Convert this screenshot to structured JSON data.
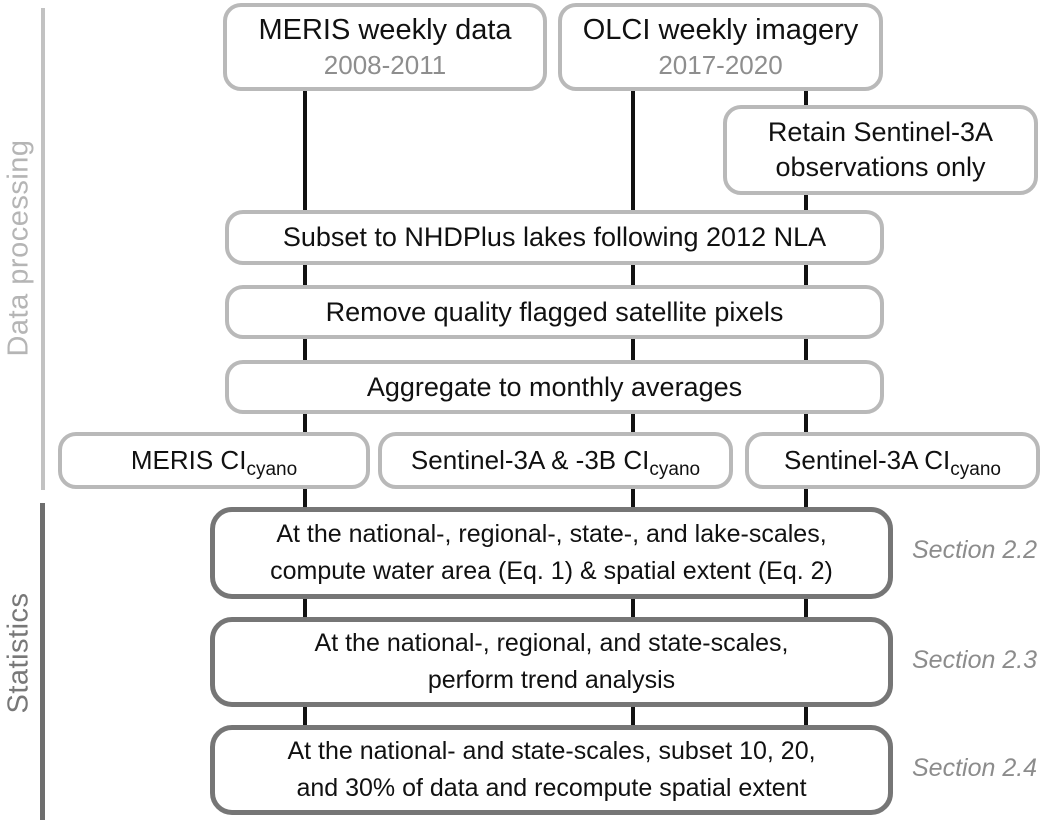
{
  "palette": {
    "connector_line": "#111111",
    "processing_border": "#b9b9b9",
    "statistics_border": "#767676",
    "processing_lane_line": "#c2c2c2",
    "statistics_lane_line": "#6e6e6e",
    "processing_lane_text": "#b5b5b5",
    "statistics_lane_text": "#787878",
    "muted_text": "#8e8e8e",
    "section_text": "#8c8c8c",
    "main_text": "#111111"
  },
  "lanes": {
    "processing": {
      "label": "Data processing"
    },
    "statistics": {
      "label": "Statistics"
    }
  },
  "sources": [
    {
      "title": "MERIS weekly data",
      "period": "2008-2011"
    },
    {
      "title": "OLCI weekly imagery",
      "period": "2017-2020"
    }
  ],
  "retain_note": {
    "line1": "Retain Sentinel-3A",
    "line2": "observations only"
  },
  "processing_steps": [
    {
      "label": "Subset to NHDPlus lakes following 2012 NLA"
    },
    {
      "label": "Remove quality flagged satellite pixels"
    },
    {
      "label": "Aggregate to monthly averages"
    }
  ],
  "products": [
    {
      "label": "MERIS CI",
      "sub": "cyano"
    },
    {
      "label": "Sentinel-3A & -3B CI",
      "sub": "cyano"
    },
    {
      "label": "Sentinel-3A CI",
      "sub": "cyano"
    }
  ],
  "statistics_steps": [
    {
      "line1": "At the national-, regional-, state-, and lake-scales,",
      "line2": "compute water area (Eq. 1) & spatial extent (Eq. 2)",
      "section": "Section 2.2"
    },
    {
      "line1": "At the national-, regional, and state-scales,",
      "line2": "perform trend analysis",
      "section": "Section 2.3"
    },
    {
      "line1": "At the national- and state-scales, subset 10, 20,",
      "line2": "and 30% of data and recompute spatial extent",
      "section": "Section 2.4"
    }
  ]
}
